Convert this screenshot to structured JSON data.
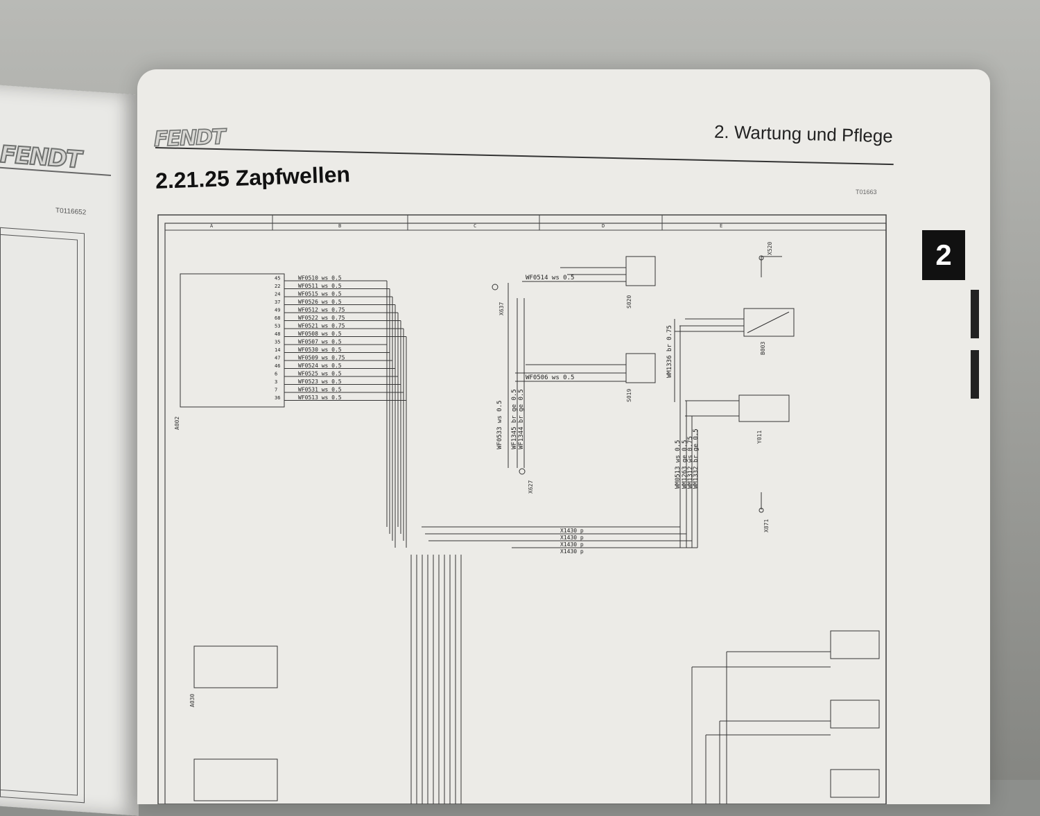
{
  "brand": "FENDT",
  "left_page": {
    "code": "T0116652"
  },
  "right_page": {
    "chapter_title": "2. Wartung und Pflege",
    "section_title": "2.21.25 Zapfwellen",
    "doc_code": "T01663",
    "chapter_tab": "2"
  },
  "schematic": {
    "columns": [
      "A",
      "B",
      "C",
      "D",
      "E"
    ],
    "components": [
      "A002",
      "S020",
      "S019",
      "X637",
      "X627",
      "X520",
      "B003",
      "Y011",
      "X871",
      "A030"
    ],
    "wires_left": [
      "WF0510 ws 0.5",
      "WF0511 ws 0.5",
      "WF0515 ws 0.5",
      "WF0526 ws 0.5",
      "WF0512 ws 0.75",
      "WF0522 ws 0.75",
      "WF0521 ws 0.75",
      "WF0508 ws 0.5",
      "WF0507 ws 0.5",
      "WF0530 ws 0.5",
      "WF0509 ws 0.75",
      "WF0524 ws 0.5",
      "WF0525 ws 0.5",
      "WF0523 ws 0.5",
      "WF0531 ws 0.5",
      "WF0513 ws 0.5"
    ],
    "wires_vertical": [
      "WF0533 ws 0.5",
      "WF1345 br ge 0.5",
      "WF1344 br ge 0.5"
    ],
    "wire_s020": "WF0514 ws 0.5",
    "wire_s019": "WF0506 ws 0.5",
    "wire_b003": "WM1336 br 0.75",
    "wires_y011": [
      "WM0513 ws 0.5",
      "WM1263 ge 0.5",
      "WM1312 ws 0.75",
      "WM1332 br ge 0.5"
    ],
    "pins_left": [
      "45",
      "22",
      "24",
      "37",
      "49",
      "68",
      "53",
      "48",
      "35",
      "14",
      "47",
      "46",
      "6",
      "3",
      "7",
      "36"
    ],
    "connector_x1430": [
      "X1430 p",
      "X1430 p",
      "X1430 p",
      "X1430 p"
    ]
  }
}
